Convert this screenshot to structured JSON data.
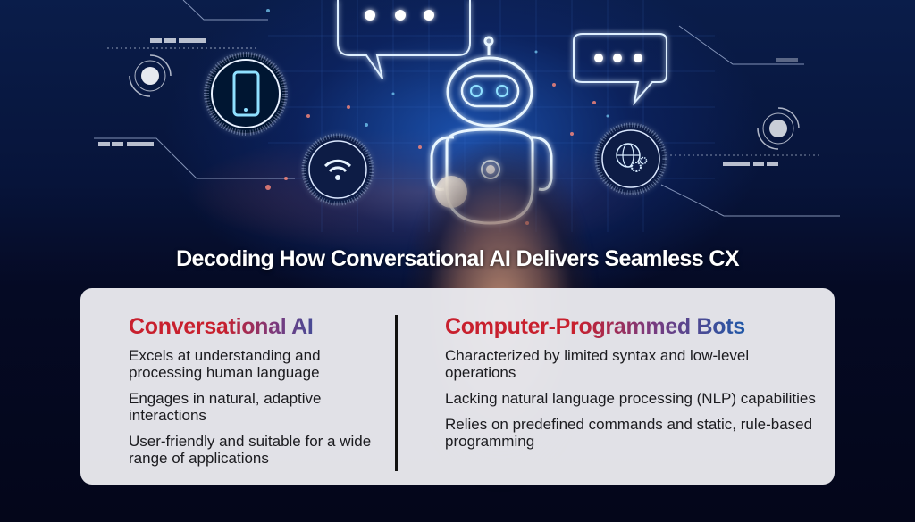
{
  "hero": {
    "illustration": "ai-chatbot-robot-hologram-over-hand",
    "icons": [
      "chat-bubble-icon",
      "chat-bubble-icon",
      "robot-icon",
      "smartphone-icon",
      "wifi-icon",
      "globe-gear-icon"
    ],
    "accent_colors": {
      "glow_blue": "#7fd8ff",
      "glow_orange": "#ff7a3a"
    }
  },
  "title": "Decoding How Conversational AI Delivers Seamless CX",
  "card": {
    "left": {
      "heading": "Conversational AI",
      "items": [
        "Excels at understanding and processing human language",
        "Engages in natural, adaptive interactions",
        "User-friendly and suitable for a wide range of applications"
      ]
    },
    "right": {
      "heading": "Computer-Programmed Bots",
      "items": [
        "Characterized by limited syntax and low-level operations",
        "Lacking natural language processing (NLP) capabilities",
        "Relies on predefined commands and static, rule-based programming"
      ]
    },
    "colors": {
      "heading_start": "#c8202e",
      "heading_end": "#1f58a8",
      "background": "#e8e8ed",
      "text": "#1b1b1f"
    }
  }
}
